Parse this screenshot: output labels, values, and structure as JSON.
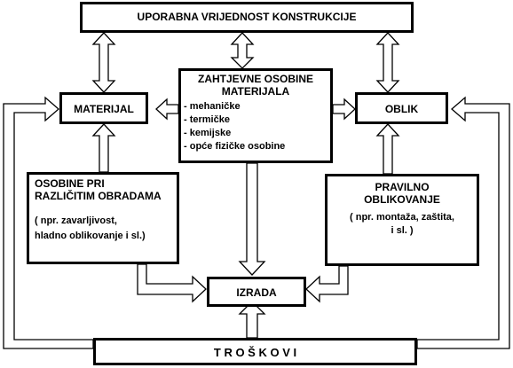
{
  "diagram": {
    "title": "UPORABNA VRIJEDNOST KONSTRUKCIJE",
    "materijal": "MATERIJAL",
    "oblik": "OBLIK",
    "izrada": "IZRADA",
    "troskovi": "T R O Š K O V I",
    "zahtjevne": {
      "heading_line1": "ZAHTJEVNE OSOBINE",
      "heading_line2": "MATERIJALA",
      "items": [
        "- mehaničke",
        "- termičke",
        "- kemijske",
        "- opće fizičke osobine"
      ]
    },
    "obrade": {
      "line1": "OSOBINE PRI",
      "line2": "RAZLIČITIM OBRADAMA",
      "note1": "( npr. zavarljivost,",
      "note2": "hladno oblikovanje i sl.)"
    },
    "oblikovanje": {
      "line1": "PRAVILNO",
      "line2": "OBLIKOVANJE",
      "note1": "( npr. montaža, zaštita,",
      "note2": "i sl. )"
    }
  }
}
